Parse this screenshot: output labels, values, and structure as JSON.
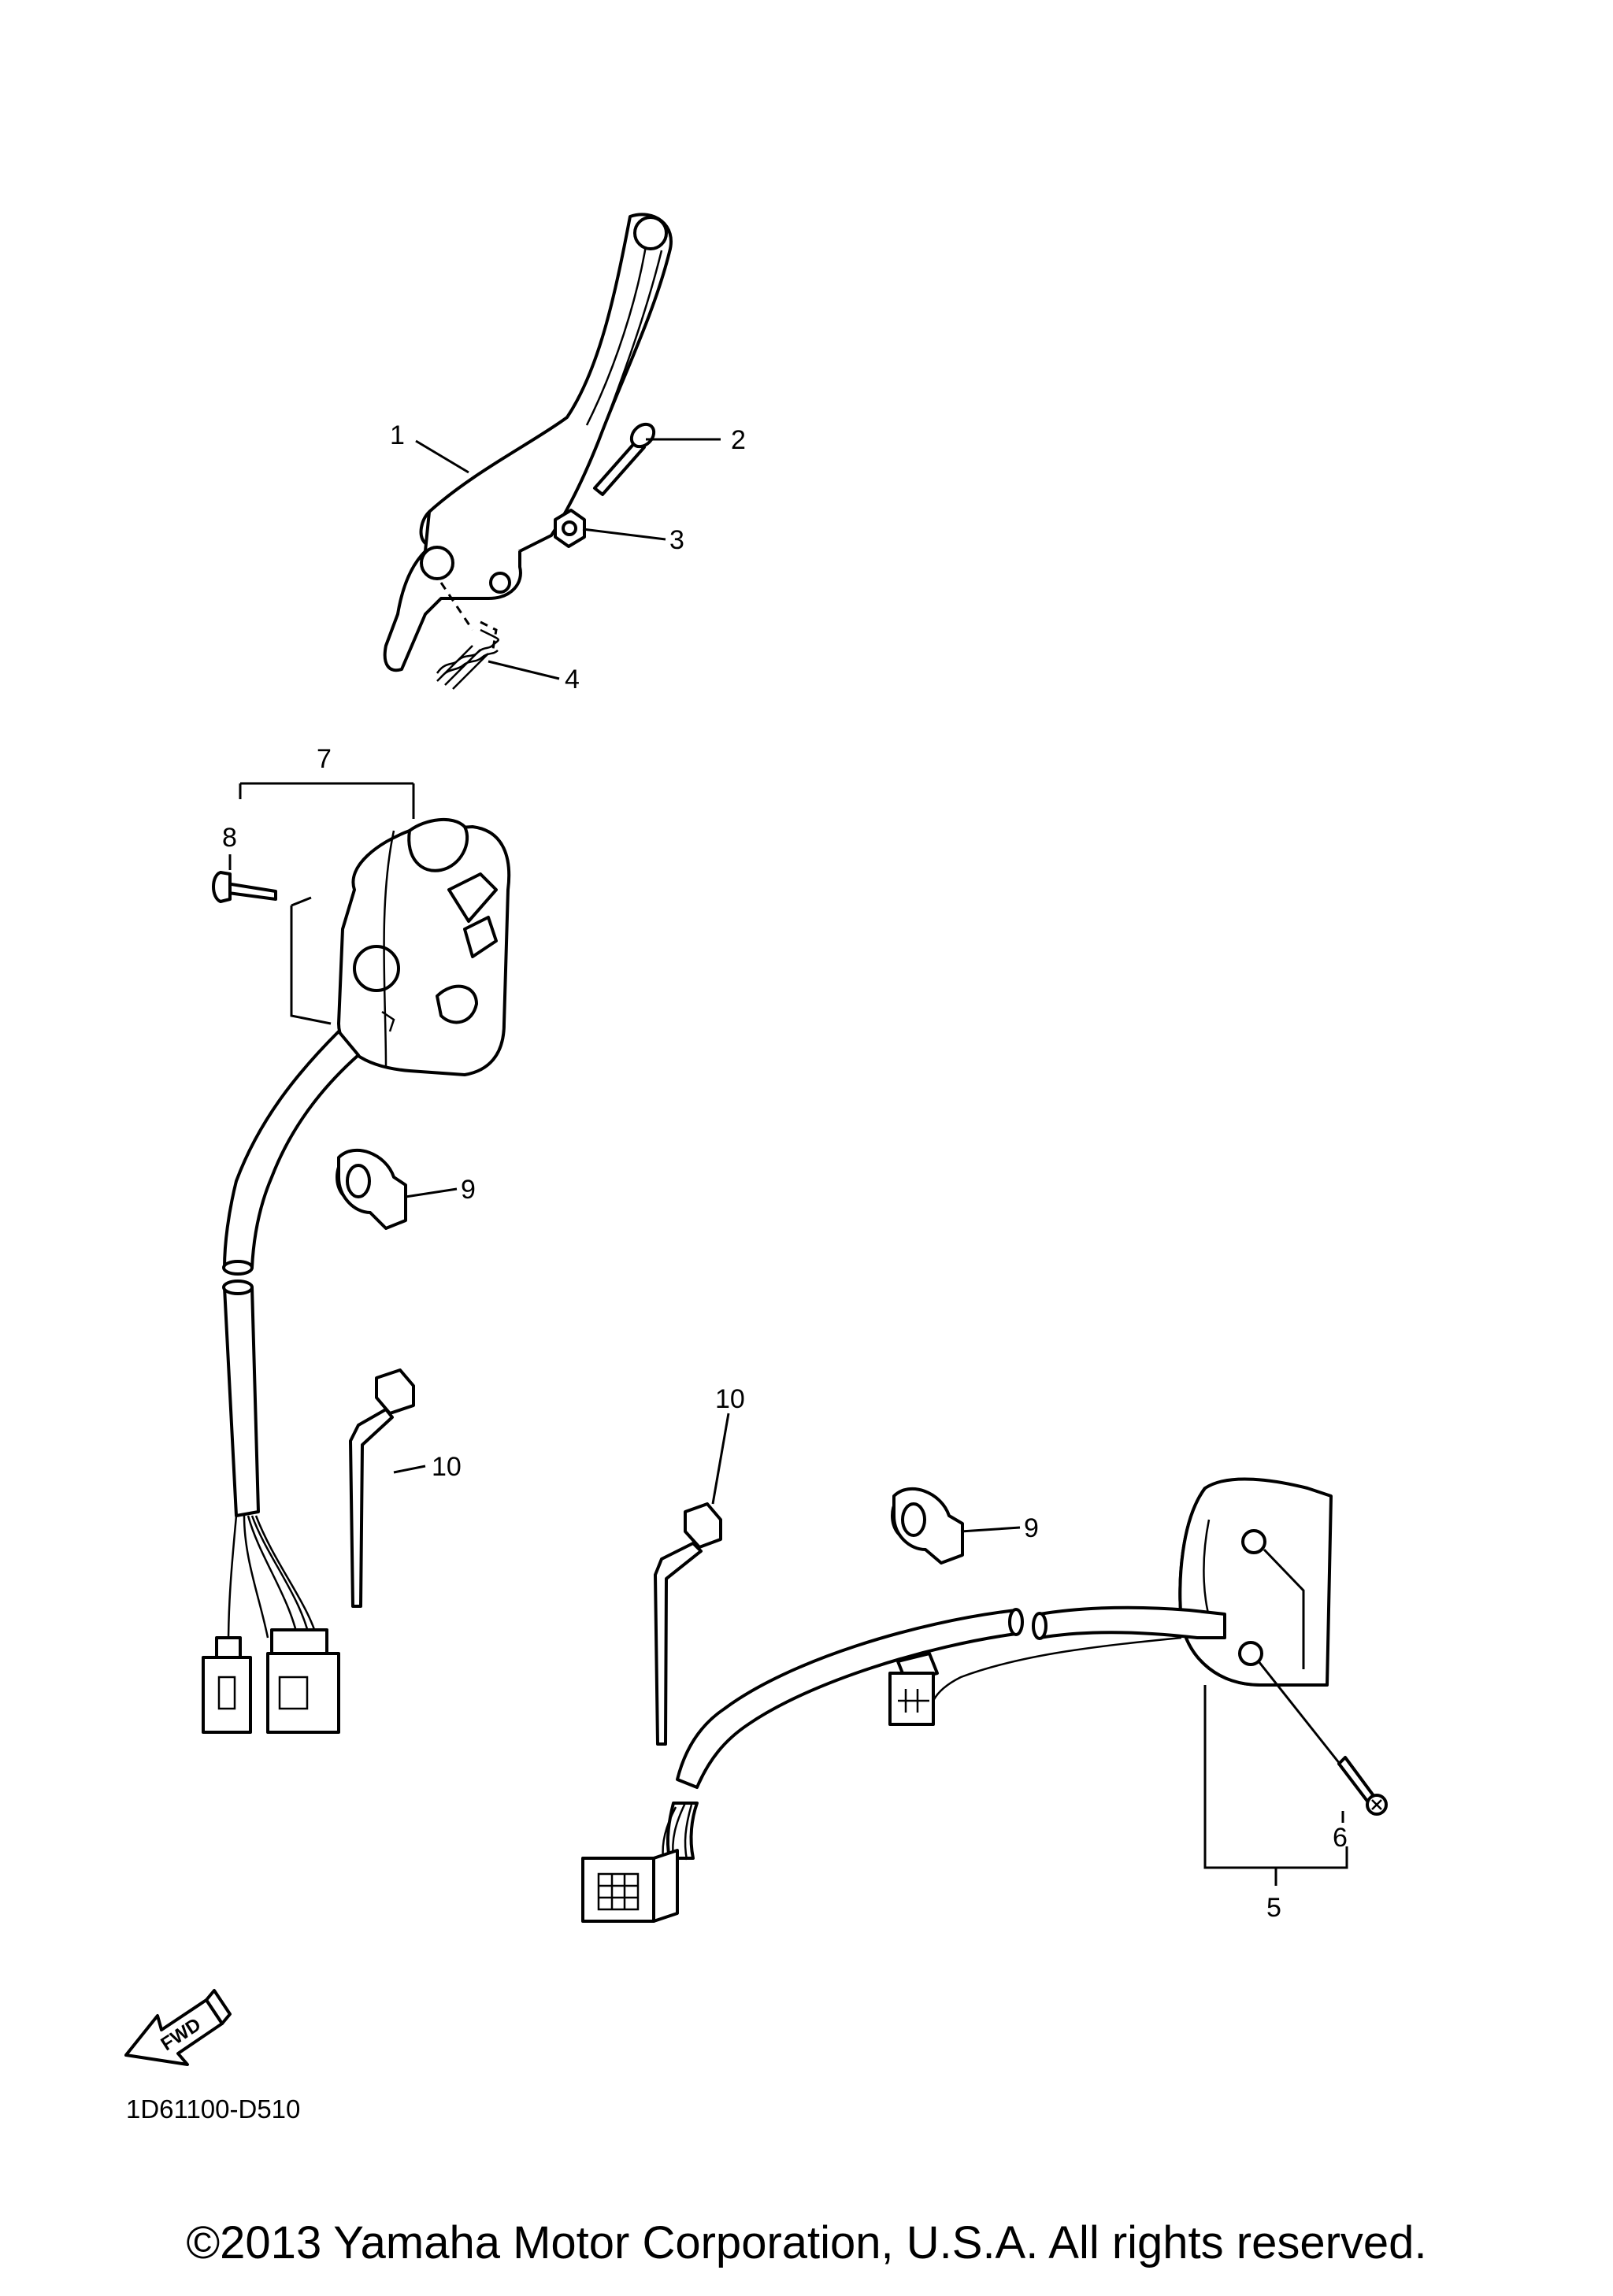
{
  "callouts": [
    "1",
    "2",
    "3",
    "4",
    "5",
    "6",
    "7",
    "8",
    "9",
    "9",
    "10",
    "10"
  ],
  "diagram_code": "1D61100-D510",
  "fwd_label": "FWD",
  "copyright": "©2013 Yamaha Motor Corporation, U.S.A. All rights reserved."
}
